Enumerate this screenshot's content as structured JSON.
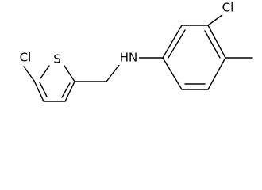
{
  "molecule": {
    "labels": {
      "thiophene_cl": "Cl",
      "sulfur": "S",
      "amine": "HN",
      "aryl_cl": "Cl"
    },
    "colors": {
      "bond": "#000000",
      "label": "#000000",
      "background": "#ffffff"
    }
  }
}
